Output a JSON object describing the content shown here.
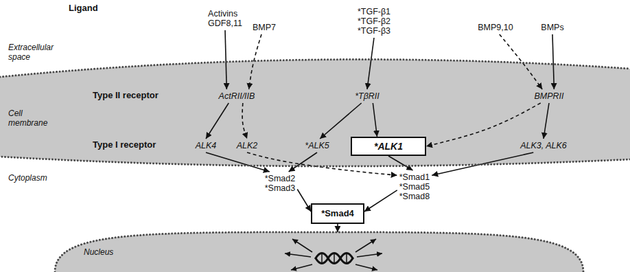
{
  "diagram": {
    "nodes": [
      {
        "text": [
          "Activins GDF8,11"
        ]
      },
      {
        "text": [
          "BMP7"
        ]
      },
      {
        "text": [
          "*TGF-β1",
          "*TGF-β2",
          "*TGF-β3"
        ]
      },
      {
        "text": [
          "BMP9,10"
        ]
      },
      {
        "text": [
          "BMPs"
        ]
      },
      {
        "text": [
          "Cell membrane"
        ]
      },
      {
        "text": [
          "ActRII/IIB"
        ],
        "in": 5
      },
      {
        "text": [
          "*TβRII"
        ],
        "in": 5
      },
      {
        "text": [
          "BMPRII"
        ],
        "in": 5
      },
      {
        "text": [
          "ALK4"
        ],
        "in": 5
      },
      {
        "text": [
          "ALK2"
        ],
        "in": 5
      },
      {
        "text": [
          "*ALK5"
        ],
        "in": 5
      },
      {
        "text": [
          "*ALK1"
        ],
        "in": 5
      },
      {
        "text": [
          "ALK3, ALK6"
        ],
        "in": 5
      },
      {
        "text": [
          "*Smad2",
          "*Smad3"
        ]
      },
      {
        "text": [
          "*Smad4"
        ]
      },
      {
        "text": [
          "*Smad1",
          "*Smad5",
          "*Smad8"
        ]
      },
      {
        "text": [
          "Nucleus"
        ]
      }
    ],
    "edges": [
      {
        "from": 0,
        "to": 6,
        "arrow": "to"
      },
      {
        "from": 1,
        "to": 6,
        "arrow": "to"
      },
      {
        "from": 2,
        "to": 7,
        "arrow": "to"
      },
      {
        "from": 3,
        "to": 8,
        "arrow": "to"
      },
      {
        "from": 4,
        "to": 8,
        "arrow": "to"
      },
      {
        "from": 6,
        "to": 9,
        "arrow": "to"
      },
      {
        "from": 6,
        "to": 10,
        "arrow": "to"
      },
      {
        "from": 7,
        "to": 11,
        "arrow": "to"
      },
      {
        "from": 7,
        "to": 12,
        "arrow": "to"
      },
      {
        "from": 8,
        "to": 12,
        "arrow": "to"
      },
      {
        "from": 8,
        "to": 13,
        "arrow": "to"
      },
      {
        "from": 9,
        "to": 14,
        "arrow": "to"
      },
      {
        "from": 11,
        "to": 14,
        "arrow": "to"
      },
      {
        "from": 10,
        "to": 16,
        "arrow": "to"
      },
      {
        "from": 12,
        "to": 16,
        "arrow": "to"
      },
      {
        "from": 13,
        "to": 16,
        "arrow": "to"
      },
      {
        "from": 14,
        "to": 15,
        "arrow": "to"
      },
      {
        "from": 16,
        "to": 15,
        "arrow": "to"
      },
      {
        "from": 15,
        "to": 17,
        "arrow": "to"
      }
    ],
    "labels": [
      "Ligand",
      "Extracellular space",
      "Type II receptor",
      "Type I receptor",
      "Cytoplasm"
    ]
  }
}
